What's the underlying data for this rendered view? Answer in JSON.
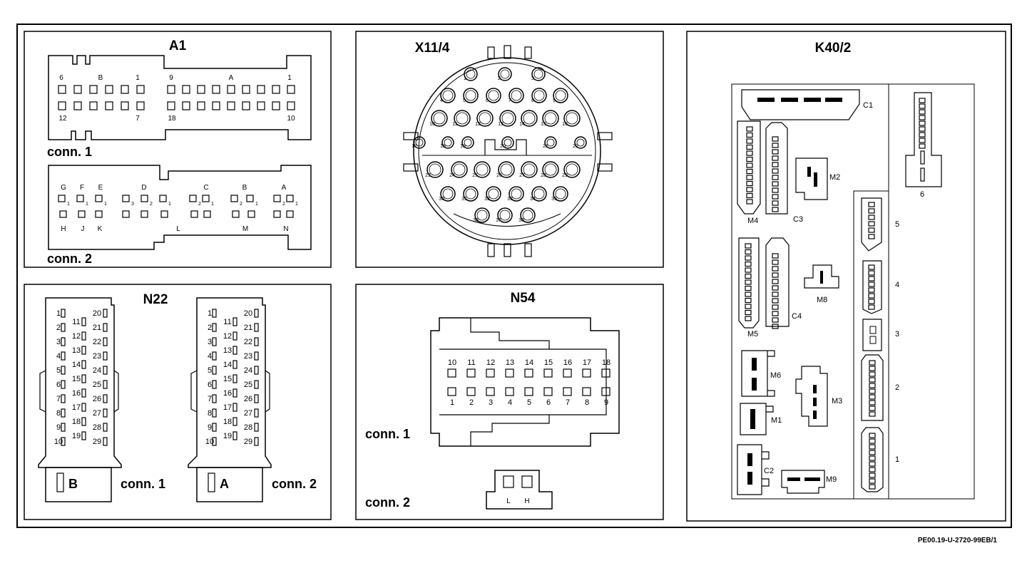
{
  "footer_ref": "PE00.19-U-2720-99EB/1",
  "panels": {
    "a1": {
      "title": "A1",
      "conn1_label": "conn. 1",
      "conn2_label": "conn. 2",
      "conn1_top_letters": [
        "B",
        "A"
      ],
      "conn1_top_numbers": [
        "6",
        "1",
        "9",
        "1"
      ],
      "conn1_bottom_numbers": [
        "12",
        "7",
        "18",
        "10"
      ],
      "conn2_top_letters": [
        "G",
        "F",
        "E",
        "D",
        "C",
        "B",
        "A"
      ],
      "conn2_bottom_letters": [
        "H",
        "J",
        "K",
        "L",
        "M",
        "N"
      ]
    },
    "x114": {
      "title": "X11/4",
      "pins": [
        "1",
        "2",
        "3",
        "4",
        "5",
        "6",
        "7",
        "8",
        "9",
        "10",
        "11",
        "12",
        "13",
        "14",
        "15",
        "16",
        "17",
        "18",
        "19",
        "20",
        "21",
        "22",
        "23",
        "24",
        "25",
        "26",
        "27",
        "28",
        "29",
        "30",
        "31",
        "32",
        "33",
        "34",
        "35",
        "36",
        "37",
        "38",
        "39"
      ]
    },
    "k402": {
      "title": "K40/2",
      "labels": [
        "C1",
        "M2",
        "M4",
        "C3",
        "5",
        "6",
        "M8",
        "4",
        "M5",
        "C4",
        "3",
        "M6",
        "M3",
        "2",
        "M1",
        "1",
        "C2",
        "M9"
      ]
    },
    "n22": {
      "title": "N22",
      "conn1_label": "conn. 1",
      "conn2_label": "conn. 2",
      "conn1_key": "B",
      "conn2_key": "A",
      "col1": [
        "1",
        "2",
        "3",
        "4",
        "5",
        "6",
        "7",
        "8",
        "9",
        "10"
      ],
      "col2": [
        "11",
        "12",
        "13",
        "14",
        "15",
        "16",
        "17",
        "18",
        "19"
      ],
      "col3": [
        "20",
        "21",
        "22",
        "23",
        "24",
        "25",
        "26",
        "27",
        "28",
        "29"
      ]
    },
    "n54": {
      "title": "N54",
      "conn1_label": "conn. 1",
      "conn2_label": "conn. 2",
      "top_row": [
        "10",
        "11",
        "12",
        "13",
        "14",
        "15",
        "16",
        "17",
        "18"
      ],
      "bottom_row": [
        "1",
        "2",
        "3",
        "4",
        "5",
        "6",
        "7",
        "8",
        "9"
      ],
      "conn2_pins": [
        "L",
        "H"
      ]
    }
  }
}
